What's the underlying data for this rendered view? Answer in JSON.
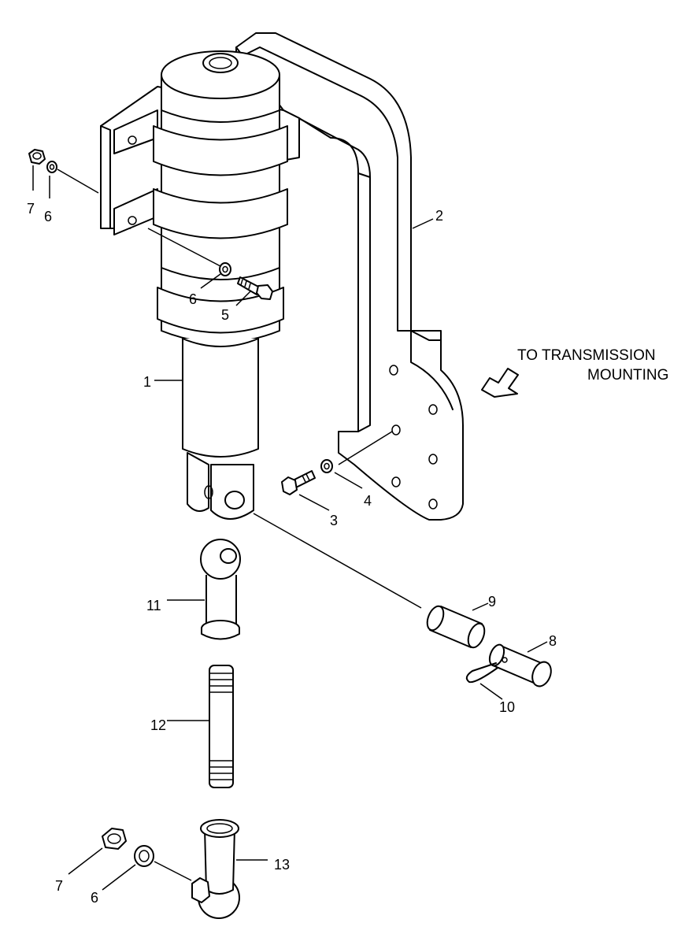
{
  "note": {
    "line1": "TO TRANSMISSION",
    "line2": "MOUNTING"
  },
  "callouts": {
    "c1": "1",
    "c2": "2",
    "c3": "3",
    "c4": "4",
    "c5": "5",
    "c6_top": "6",
    "c6_mid": "6",
    "c6_bottom": "6",
    "c7_top": "7",
    "c7_bottom": "7",
    "c8": "8",
    "c9": "9",
    "c10": "10",
    "c11": "11",
    "c12": "12",
    "c13": "13"
  }
}
